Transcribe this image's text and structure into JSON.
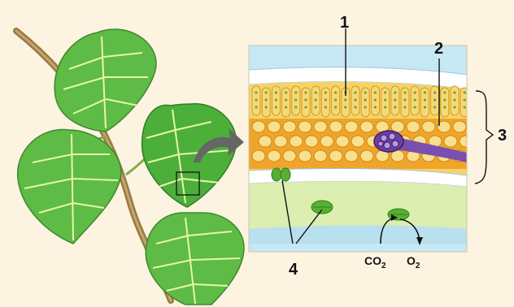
{
  "labels": {
    "l1": "1",
    "l2": "2",
    "l3": "3",
    "l4": "4"
  },
  "gases": {
    "co2_main": "CO",
    "co2_sub": "2",
    "o2_main": "O",
    "o2_sub": "2"
  },
  "colors": {
    "background": "#fdf3e1",
    "leaf": "#5dbb46",
    "leaf_vein": "#e8f6a8",
    "epidermis": "#b9e3f2",
    "palisade": "#f4c64a",
    "spongy_fill": "#f0a52a",
    "vein": "#7a4fb0",
    "stoma": "#57b030",
    "arrow": "#666666"
  }
}
